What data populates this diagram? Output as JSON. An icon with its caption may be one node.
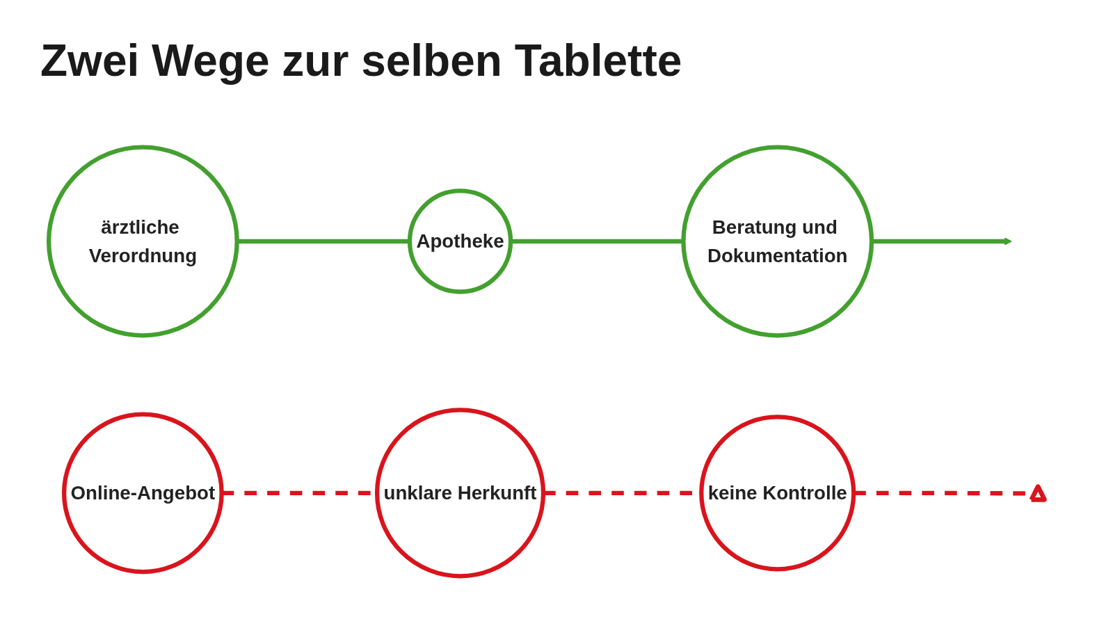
{
  "diagram": {
    "title": "Zwei Wege zur selben Tablette",
    "nodes": [
      {
        "text": [
          "ärztliche Verordnung"
        ]
      },
      {
        "text": [
          "Apotheke"
        ]
      },
      {
        "text": [
          "Beratung und Dokumentation"
        ]
      },
      {
        "text": [
          "Online-Angebot"
        ]
      },
      {
        "text": [
          "unklare Herkunft"
        ]
      },
      {
        "text": [
          "keine Kontrolle"
        ]
      },
      {
        "text": [],
        "shape": "triangle"
      }
    ],
    "edges": [
      {
        "from": 0,
        "to": 1,
        "arrow": "none",
        "color": "#43a02f"
      },
      {
        "from": 1,
        "to": 2,
        "arrow": "none",
        "color": "#43a02f"
      },
      {
        "from": 2,
        "to": null,
        "arrow": "to",
        "color": "#43a02f"
      },
      {
        "from": 3,
        "to": 4,
        "arrow": "none",
        "style": "dashed",
        "color": "#d9141c"
      },
      {
        "from": 4,
        "to": 5,
        "arrow": "none",
        "style": "dashed",
        "color": "#d9141c"
      },
      {
        "from": 5,
        "to": 6,
        "arrow": "none",
        "style": "dashed",
        "color": "#d9141c"
      }
    ]
  }
}
